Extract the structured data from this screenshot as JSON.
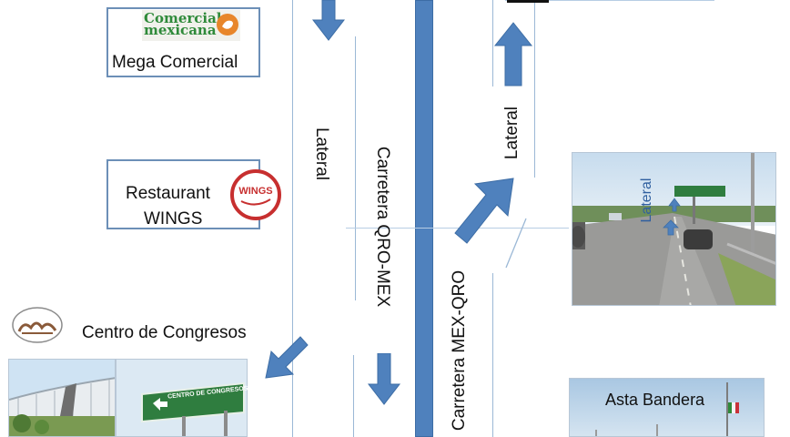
{
  "places": {
    "mega_comercial": {
      "name": "Mega Comercial",
      "logo_line1": "Comercial",
      "logo_line2": "mexicana"
    },
    "wings": {
      "name_line1": "Restaurant",
      "name_line2": "WINGS",
      "logo_text": "WINGS"
    },
    "centro_congresos": {
      "name": "Centro de Congresos",
      "sign_text": "CENTRO DE CONGRESOS"
    },
    "asta_bandera": {
      "name": "Asta Bandera"
    }
  },
  "roads": {
    "lateral_left": "Lateral",
    "qro_mex": "Carretera QRO-MEX",
    "mex_qro": "Carretera MEX-QRO",
    "lateral_right": "Lateral",
    "photo_lateral": "Lateral"
  },
  "colors": {
    "highway": "#4f81bd",
    "arrow": "#4f81bd",
    "box_border": "#6c8fb7",
    "thin_line": "#9bb8d6"
  }
}
